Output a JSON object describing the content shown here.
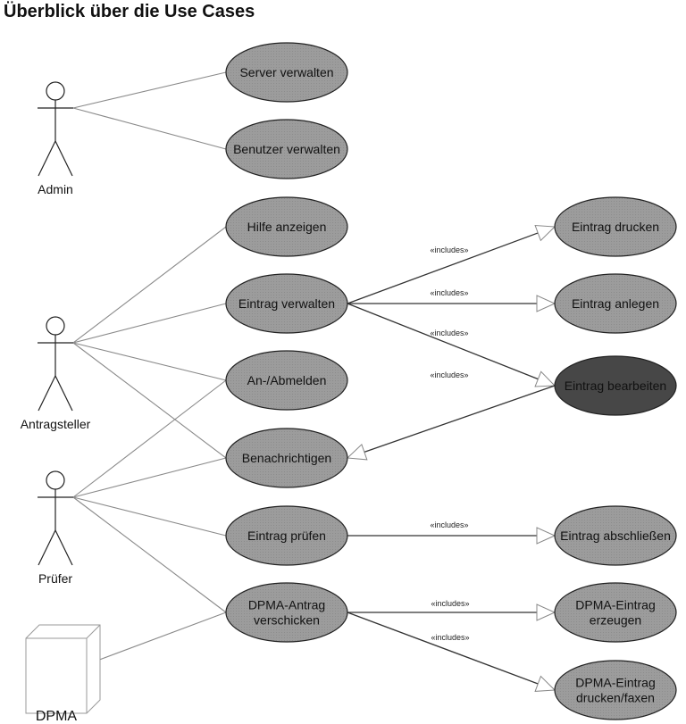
{
  "title": "Überblick über die Use Cases",
  "colors": {
    "usecase_fill": "#9a9a9a",
    "usecase_highlight_fill": "#474747",
    "assoc_line": "#8a8a8a",
    "include_line": "#333333"
  },
  "actors": [
    {
      "id": "admin",
      "label": "Admin",
      "kind": "stick"
    },
    {
      "id": "antragsteller",
      "label": "Antragsteller",
      "kind": "stick"
    },
    {
      "id": "pruefer",
      "label": "Prüfer",
      "kind": "stick"
    },
    {
      "id": "dpma",
      "label": "DPMA",
      "kind": "node"
    }
  ],
  "usecases": [
    {
      "id": "server",
      "lines": [
        "Server verwalten"
      ]
    },
    {
      "id": "benutzer",
      "lines": [
        "Benutzer verwalten"
      ]
    },
    {
      "id": "hilfe",
      "lines": [
        "Hilfe anzeigen"
      ]
    },
    {
      "id": "verwalten",
      "lines": [
        "Eintrag verwalten"
      ]
    },
    {
      "id": "anmelden",
      "lines": [
        "An-/Abmelden"
      ]
    },
    {
      "id": "benachrichtigen",
      "lines": [
        "Benachrichtigen"
      ]
    },
    {
      "id": "pruefen",
      "lines": [
        "Eintrag prüfen"
      ]
    },
    {
      "id": "dpmaantrag",
      "lines": [
        "DPMA-Antrag",
        "verschicken"
      ]
    },
    {
      "id": "drucken",
      "lines": [
        "Eintrag drucken"
      ]
    },
    {
      "id": "anlegen",
      "lines": [
        "Eintrag anlegen"
      ]
    },
    {
      "id": "bearbeiten",
      "lines": [
        "Eintrag bearbeiten"
      ],
      "highlight": true
    },
    {
      "id": "abschliessen",
      "lines": [
        "Eintrag abschließen"
      ]
    },
    {
      "id": "erzeugen",
      "lines": [
        "DPMA-Eintrag",
        "erzeugen"
      ]
    },
    {
      "id": "faxen",
      "lines": [
        "DPMA-Eintrag",
        "drucken/faxen"
      ]
    }
  ],
  "associations": [
    [
      "admin",
      "server"
    ],
    [
      "admin",
      "benutzer"
    ],
    [
      "antragsteller",
      "hilfe"
    ],
    [
      "antragsteller",
      "verwalten"
    ],
    [
      "antragsteller",
      "anmelden"
    ],
    [
      "antragsteller",
      "benachrichtigen"
    ],
    [
      "pruefer",
      "anmelden"
    ],
    [
      "pruefer",
      "benachrichtigen"
    ],
    [
      "pruefer",
      "pruefen"
    ],
    [
      "pruefer",
      "dpmaantrag"
    ],
    [
      "dpma",
      "dpmaantrag"
    ]
  ],
  "includes": [
    {
      "from": "verwalten",
      "to": "drucken",
      "label": "«includes»"
    },
    {
      "from": "verwalten",
      "to": "anlegen",
      "label": "«includes»"
    },
    {
      "from": "verwalten",
      "to": "bearbeiten",
      "label": "«includes»"
    },
    {
      "from": "bearbeiten",
      "to": "benachrichtigen",
      "label": "«includes»"
    },
    {
      "from": "pruefen",
      "to": "abschliessen",
      "label": "«includes»"
    },
    {
      "from": "dpmaantrag",
      "to": "erzeugen",
      "label": "«includes»"
    },
    {
      "from": "dpmaantrag",
      "to": "faxen",
      "label": "«includes»"
    }
  ]
}
